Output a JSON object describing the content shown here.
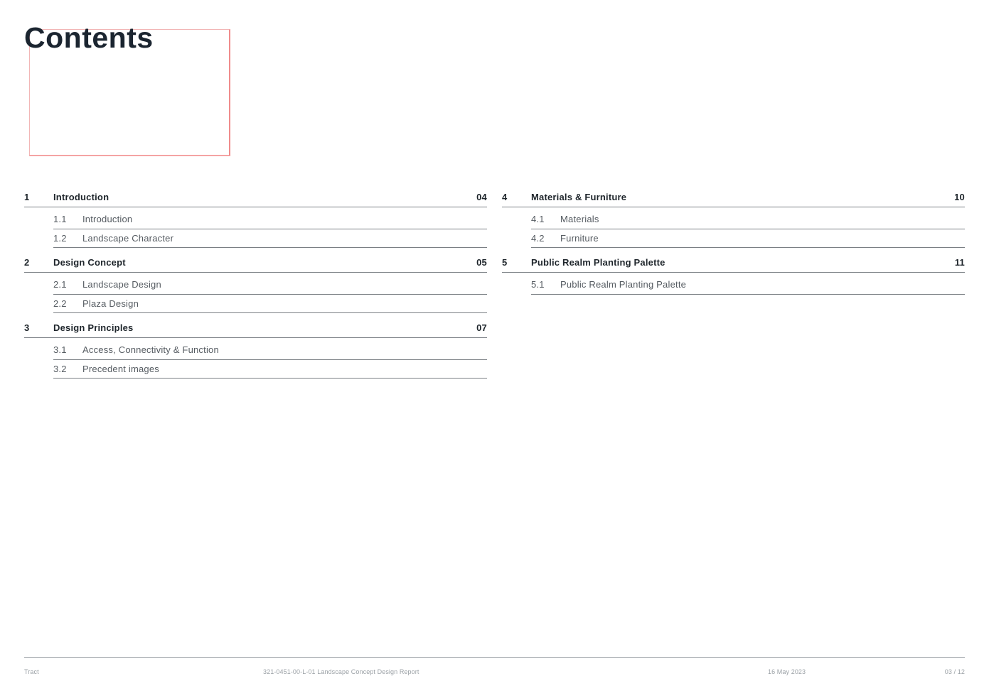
{
  "page": {
    "title": "Contents"
  },
  "toc": {
    "left": [
      {
        "num": "1",
        "title": "Introduction",
        "page": "04",
        "subs": [
          {
            "num": "1.1",
            "title": "Introduction"
          },
          {
            "num": "1.2",
            "title": "Landscape Character"
          }
        ]
      },
      {
        "num": "2",
        "title": "Design Concept",
        "page": "05",
        "subs": [
          {
            "num": "2.1",
            "title": "Landscape Design"
          },
          {
            "num": "2.2",
            "title": "Plaza Design"
          }
        ]
      },
      {
        "num": "3",
        "title": "Design Principles",
        "page": "07",
        "subs": [
          {
            "num": "3.1",
            "title": "Access, Connectivity & Function"
          },
          {
            "num": "3.2",
            "title": "Precedent images"
          }
        ]
      }
    ],
    "right": [
      {
        "num": "4",
        "title": "Materials & Furniture",
        "page": "10",
        "subs": [
          {
            "num": "4.1",
            "title": "Materials"
          },
          {
            "num": "4.2",
            "title": "Furniture"
          }
        ]
      },
      {
        "num": "5",
        "title": "Public Realm Planting Palette",
        "page": "11",
        "subs": [
          {
            "num": "5.1",
            "title": "Public Realm Planting Palette"
          }
        ]
      }
    ]
  },
  "footer": {
    "company": "Tract",
    "report": "321-0451-00-L-01 Landscape Concept Design Report",
    "date": "16 May 2023",
    "page": "03 / 12"
  },
  "colors": {
    "title": "#1b2530",
    "text": "#1e252b",
    "subtext": "#555b61",
    "rule": "#7a7f84",
    "footer": "#9ba1a6",
    "frame": "#f08c8c"
  }
}
